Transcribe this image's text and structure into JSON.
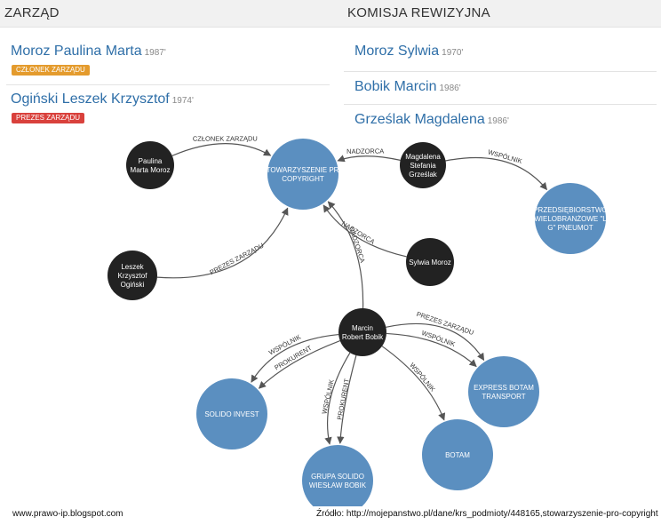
{
  "zarzad": {
    "title": "ZARZĄD",
    "members": [
      {
        "name": "Moroz Paulina Marta",
        "year": "1987'",
        "badge": "CZŁONEK ZARZĄDU",
        "badge_color": "#e49b2d"
      },
      {
        "name": "Ogiński Leszek Krzysztof",
        "year": "1974'",
        "badge": "PREZES ZARZĄDU",
        "badge_color": "#d9413c"
      }
    ]
  },
  "komisja": {
    "title": "KOMISJA REWIZYJNA",
    "members": [
      {
        "name": "Moroz Sylwia",
        "year": "1970'"
      },
      {
        "name": "Bobik Marcin",
        "year": "1986'"
      },
      {
        "name": "Grześlak Magdalena",
        "year": "1986'"
      }
    ]
  },
  "graph": {
    "nodes": {
      "paulina": {
        "lines": [
          "Paulina",
          "Marta Moroz"
        ],
        "kind": "person"
      },
      "leszek": {
        "lines": [
          "Leszek",
          "Krzysztof",
          "Ogiński"
        ],
        "kind": "person"
      },
      "stow": {
        "lines": [
          "STOWARZYSZENIE PRO",
          "COPYRIGHT"
        ],
        "kind": "org"
      },
      "magda": {
        "lines": [
          "Magdalena",
          "Stefania",
          "Grześlak"
        ],
        "kind": "person"
      },
      "przed": {
        "lines": [
          "PRZEDSIĘBIORSTWO",
          "WIELOBRANŻOWE \"L",
          "G\" PNEUMOT"
        ],
        "kind": "org"
      },
      "sylwia": {
        "lines": [
          "Sylwia Moroz"
        ],
        "kind": "person"
      },
      "marcin": {
        "lines": [
          "Marcin",
          "Robert Bobik"
        ],
        "kind": "person"
      },
      "express": {
        "lines": [
          "EXPRESS BOTAM",
          "TRANSPORT"
        ],
        "kind": "org"
      },
      "solido": {
        "lines": [
          "SOLIDO INVEST"
        ],
        "kind": "org"
      },
      "botam": {
        "lines": [
          "BOTAM"
        ],
        "kind": "org"
      },
      "grupa": {
        "lines": [
          "GRUPA SOLIDO",
          "WIESŁAW BOBIK"
        ],
        "kind": "org"
      }
    },
    "edges": [
      {
        "from": "paulina",
        "to": "stow",
        "label": "CZŁONEK ZARZĄDU"
      },
      {
        "from": "leszek",
        "to": "stow",
        "label": "PREZES ZARZĄDU"
      },
      {
        "from": "magda",
        "to": "stow",
        "label": "NADZORCA"
      },
      {
        "from": "magda",
        "to": "przed",
        "label": "WSPÓLNIK"
      },
      {
        "from": "sylwia",
        "to": "stow",
        "label": "NADZORCA"
      },
      {
        "from": "marcin",
        "to": "stow",
        "label": "NADZORCA"
      },
      {
        "from": "marcin",
        "to": "express",
        "label": "PREZES ZARZĄDU"
      },
      {
        "from": "marcin",
        "to": "express",
        "label": "WSPÓLNIK"
      },
      {
        "from": "marcin",
        "to": "botam",
        "label": "WSPÓLNIK"
      },
      {
        "from": "marcin",
        "to": "solido",
        "label": "PROKURENT"
      },
      {
        "from": "marcin",
        "to": "solido",
        "label": "WSPÓLNIK"
      },
      {
        "from": "marcin",
        "to": "grupa",
        "label": "PROKURENT"
      },
      {
        "from": "marcin",
        "to": "grupa",
        "label": "WSPÓLNIK"
      }
    ]
  },
  "colors": {
    "person": "#222222",
    "org": "#5b8fc0",
    "edge": "#555555"
  },
  "footer": {
    "left": "www.prawo-ip.blogspot.com",
    "right": "Źródło: http://mojepanstwo.pl/dane/krs_podmioty/448165,stowarzyszenie-pro-copyright"
  }
}
